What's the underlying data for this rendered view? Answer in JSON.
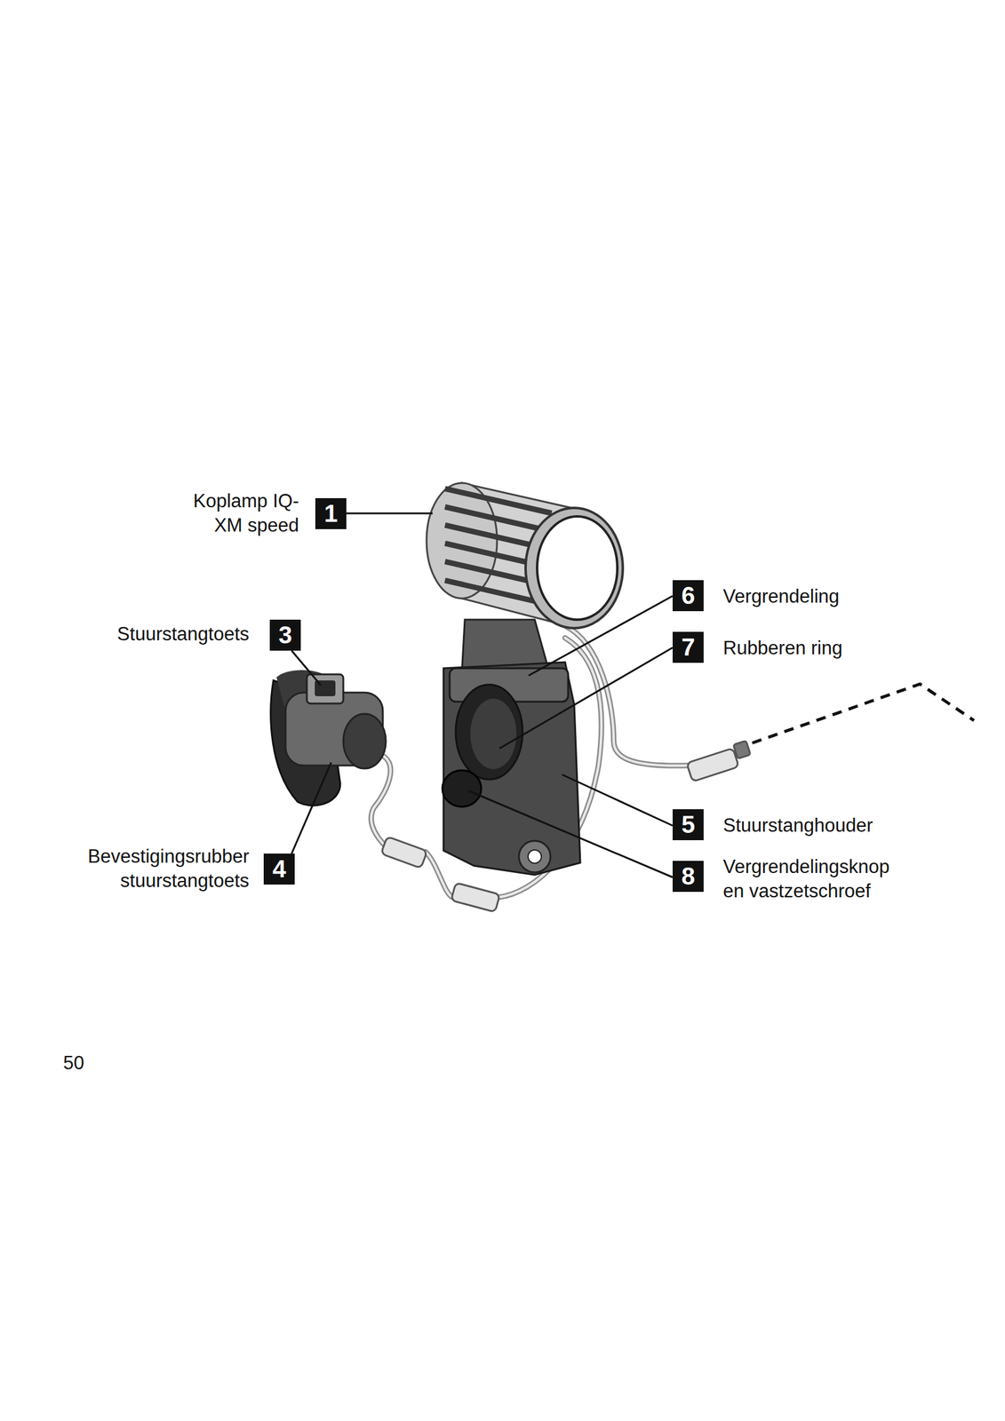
{
  "diagram": {
    "labels": [
      "Koplamp IQ-XM speed",
      "1",
      "Stuurstangtoets",
      "3",
      "Vergrendeling",
      "6",
      "Rubberen ring",
      "7",
      "Stuurstanghouder",
      "5",
      "Bevestigingsrubber stuurstangtoets",
      "4",
      "Vergrendelingsknop en vastzetschroef",
      "8",
      "50"
    ]
  }
}
